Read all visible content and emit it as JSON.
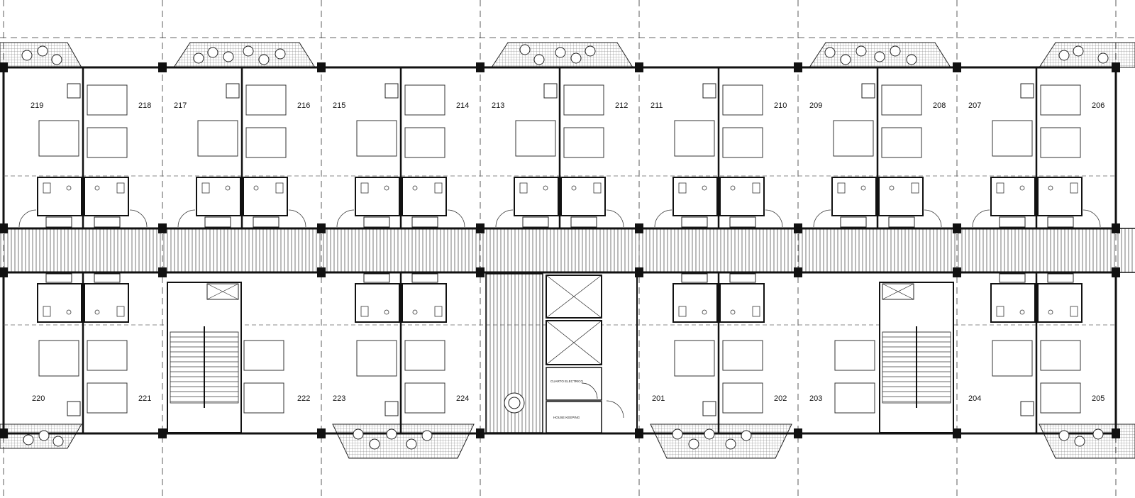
{
  "plan": {
    "colors": {
      "ink": "#1a1a1a",
      "hatch": "#555555",
      "paper": "#ffffff",
      "grid": "#333333"
    },
    "rooms_top": [
      "219",
      "218",
      "217",
      "216",
      "215",
      "214",
      "213",
      "212",
      "211",
      "210",
      "209",
      "208",
      "207",
      "206"
    ],
    "rooms_bottom": [
      "220",
      "221",
      "222",
      "223",
      "224",
      "201",
      "202",
      "203",
      "204",
      "205"
    ],
    "service": {
      "electrical": "CUARTO ELECTRICO",
      "housekeeping": "HOUSE KEEPING"
    }
  }
}
